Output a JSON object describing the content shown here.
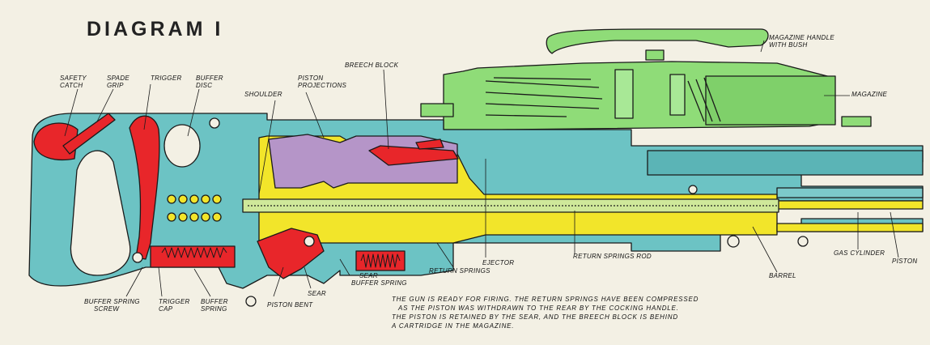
{
  "title": "DIAGRAM  I",
  "labels": {
    "safety_catch": [
      "SAFETY",
      "CATCH"
    ],
    "spade_grip": [
      "SPADE",
      "GRIP"
    ],
    "trigger": [
      "TRIGGER"
    ],
    "buffer_disc": [
      "BUFFER",
      "DISC"
    ],
    "shoulder": [
      "SHOULDER"
    ],
    "piston_projections": [
      "PISTON",
      "PROJECTIONS"
    ],
    "breech_block": [
      "BREECH BLOCK"
    ],
    "magazine_handle": [
      "MAGAZINE HANDLE",
      "WITH BUSH"
    ],
    "magazine": [
      "MAGAZINE"
    ],
    "buffer_spring_screw": [
      "BUFFER SPRING",
      "SCREW"
    ],
    "trigger_cap": [
      "TRIGGER",
      "CAP"
    ],
    "buffer_spring": [
      "BUFFER",
      "SPRING"
    ],
    "piston_bent": [
      "PISTON BENT"
    ],
    "sear": [
      "SEAR"
    ],
    "sear_buffer_spring": [
      "SEAR",
      "BUFFER SPRING"
    ],
    "return_springs": [
      "RETURN SPRINGS"
    ],
    "ejector": [
      "EJECTOR"
    ],
    "return_springs_rod": [
      "RETURN SPRINGS ROD"
    ],
    "barrel": [
      "BARREL"
    ],
    "gas_cylinder": [
      "GAS CYLINDER"
    ],
    "piston": [
      "PISTON"
    ]
  },
  "caption": [
    "THE GUN IS READY FOR FIRING. THE RETURN SPRINGS HAVE BEEN COMPRESSED",
    "AS THE PISTON WAS WITHDRAWN TO THE REAR BY THE COCKING HANDLE.",
    "THE PISTON IS RETAINED BY THE SEAR, AND THE BREECH BLOCK IS BEHIND",
    "A CARTRIDGE IN THE MAGAZINE."
  ],
  "colors": {
    "body": "#6cc3c4",
    "trigger_parts": "#e8262a",
    "piston": "#f2e52a",
    "breech_block": "#b595c8",
    "magazine": "#8fdc78",
    "outline": "#1a1a1a",
    "paper": "#f3f0e4"
  }
}
